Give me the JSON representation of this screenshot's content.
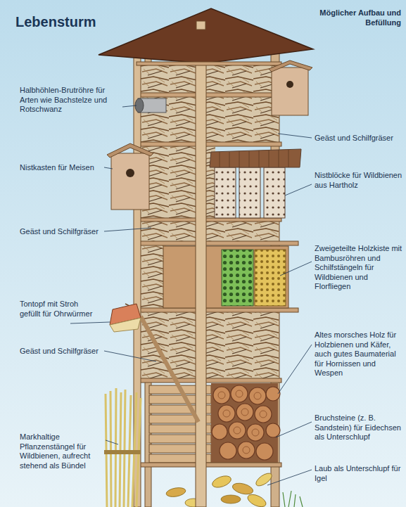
{
  "diagram": {
    "title": "Lebensturm",
    "labels": [
      "Möglicher Aufbau und Befüllung",
      "Halbhöhlen-Brutröhre für Arten wie Bachstelze und Rotschwanz",
      "Geäst und Schilfgräser",
      "Nistkasten für Meisen",
      "Nistblöcke für Wildbienen aus Hartholz",
      "Geäst und Schilfgräser",
      "Zweigeteilte Holzkiste mit Bambusröhren und Schilfstängeln für Wildbienen und Florfliegen",
      "Tontopf mit Stroh gefüllt für Ohrwürmer",
      "Altes morsches Holz für Holzbienen und Käfer, auch gutes Baumaterial für Hornissen und Wespen",
      "Geäst und Schilfgräser",
      "Bruchsteine (z. B. Sandstein) für Eidechsen als Unterschlupf",
      "Markhaltige Pflanzenstängel für Wildbienen, aufrecht stehend als Bündel",
      "Laub als Unterschlupf für Igel"
    ]
  }
}
